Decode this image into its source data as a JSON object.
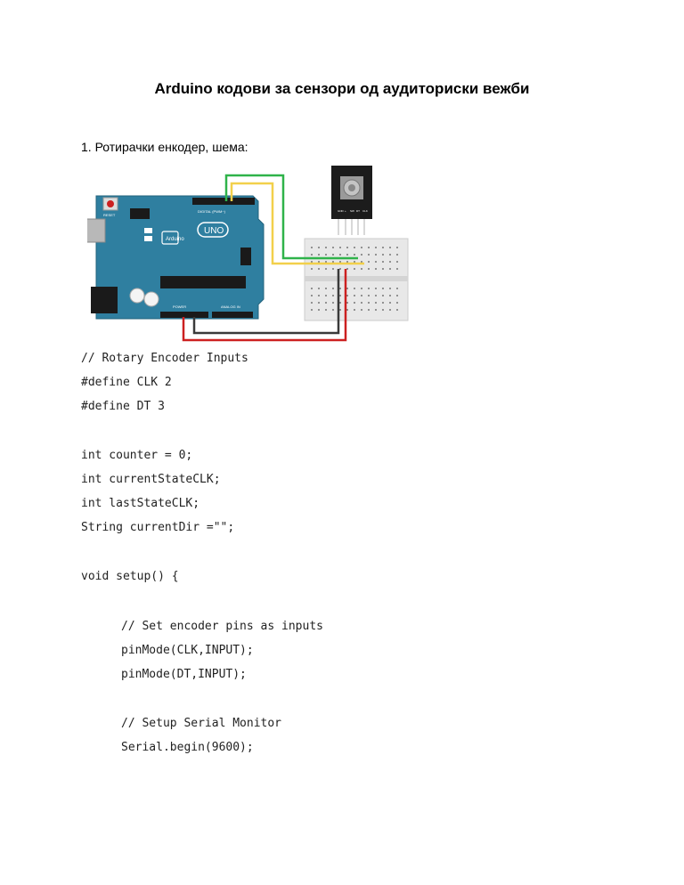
{
  "document": {
    "title": "Arduino кодови за сензори од аудиториски вежби",
    "section_heading": "1. Ротирачки енкодер, шема:"
  },
  "diagram": {
    "board_label": "UNO",
    "board_brand": "Arduino",
    "reset_label": "RESET",
    "digital_label": "DIGITAL (PWM~)",
    "power_label": "POWER",
    "analog_label": "ANALOG IN",
    "module_pins": [
      "GND",
      "+",
      "SW",
      "DT",
      "CLK"
    ],
    "wire_colors": {
      "green": "#2fb34a",
      "yellow": "#f2d04b",
      "red": "#cc2020",
      "black": "#3a3a3a"
    },
    "board_color": "#2f7fa0"
  },
  "code": {
    "lines": [
      "// Rotary Encoder Inputs",
      "#define CLK 2",
      "#define DT 3",
      "",
      "int counter = 0;",
      "int currentStateCLK;",
      "int lastStateCLK;",
      "String currentDir =\"\";",
      "",
      "void setup() {",
      "",
      "// Set encoder pins as inputs",
      "pinMode(CLK,INPUT);",
      "pinMode(DT,INPUT);",
      "",
      "// Setup Serial Monitor",
      "Serial.begin(9600);"
    ]
  }
}
